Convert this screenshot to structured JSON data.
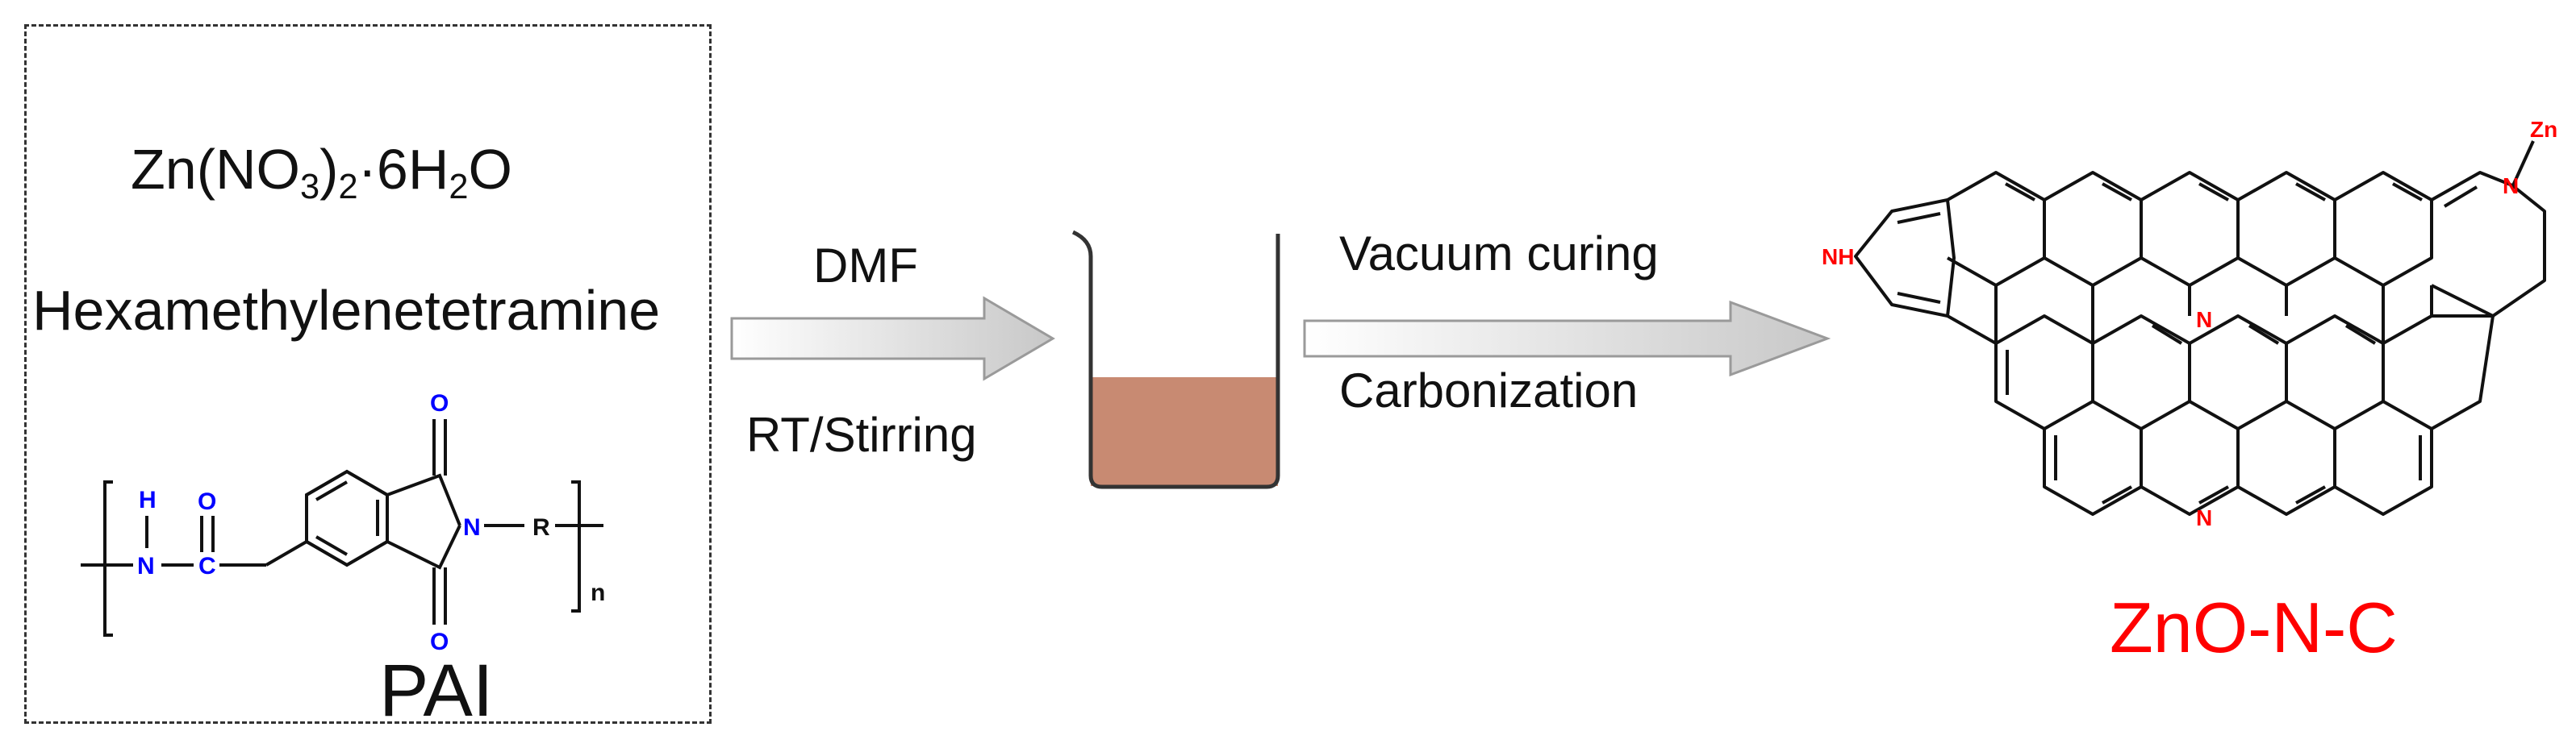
{
  "reagents": {
    "zinc_salt": {
      "base": "Zn(NO",
      "sub1": "3",
      "mid": ")",
      "sub2": "2",
      "mid2": "·6H",
      "sub3": "2",
      "end": "O"
    },
    "hmta": "Hexamethylenetetramine",
    "polymer_label": "PAI",
    "polymer_atoms": {
      "h": "H",
      "n_amide": "N",
      "o_amide": "O",
      "c_carbonyl": "C",
      "o_top": "O",
      "n_imide": "N",
      "o_bottom": "O",
      "r": "R",
      "repeat": "n"
    }
  },
  "step1": {
    "above": "DMF",
    "below": "RT/Stirring"
  },
  "step2": {
    "above": "Vacuum curing",
    "below": "Carbonization"
  },
  "product": {
    "name": "ZnO-N-C",
    "atoms": {
      "pyrrole": "NH",
      "pyridinic_top": "N",
      "metal": "Zn",
      "graphitic": "N",
      "pyridinic_bottom": "N"
    }
  },
  "colors": {
    "heteroatom": "#0000ff",
    "product_heteroatom": "#ff0000",
    "product_label": "#ff0000",
    "solution": "#c88a72"
  }
}
